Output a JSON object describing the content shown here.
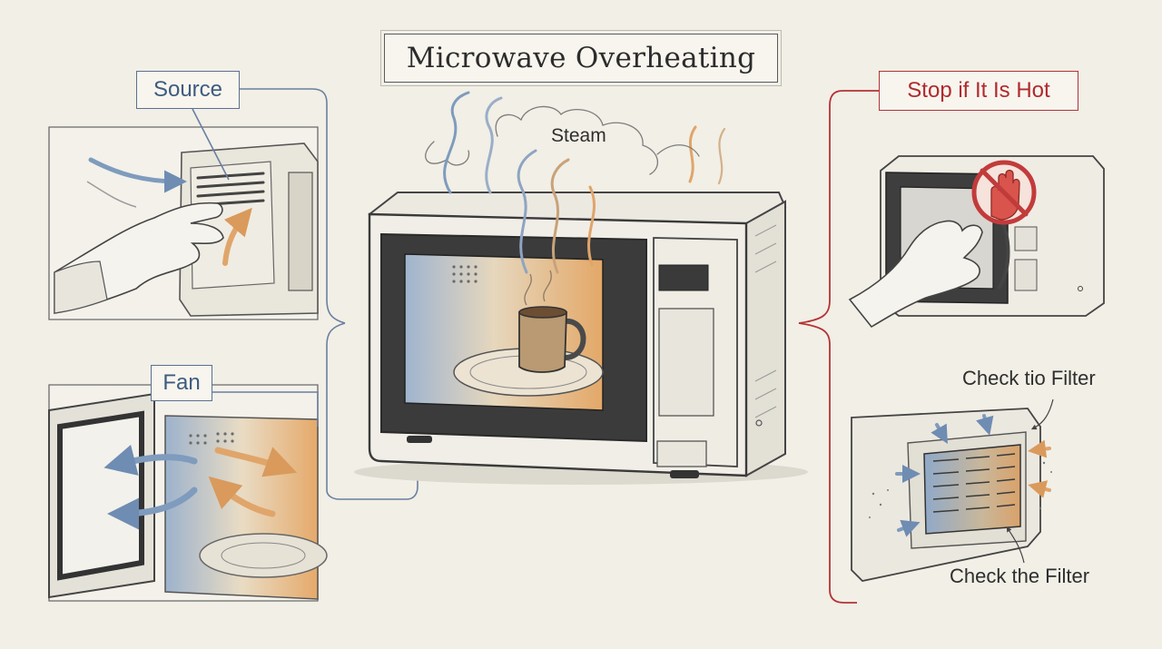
{
  "title": "Microwave Overheating",
  "labels": {
    "source": "Source",
    "fan": "Fan",
    "steam": "Steam",
    "stop": "Stop if It Is Hot",
    "check_filter_top": "Check tio Filter",
    "check_filter_bottom": "Check the Filter"
  },
  "colors": {
    "cool_blue": "#7f9bbd",
    "warm_orange": "#e0a56a",
    "warning_red": "#c23b3b",
    "background": "#f1efe6"
  },
  "icons": [
    "hand-icon",
    "no-hand-stop-icon",
    "arrow-icon",
    "mug-icon"
  ]
}
